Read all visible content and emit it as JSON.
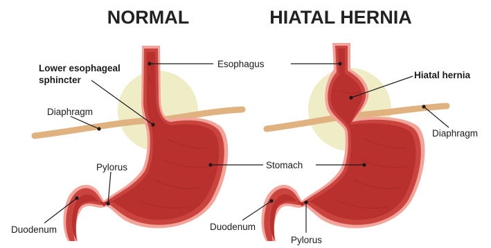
{
  "titles": {
    "normal": "NORMAL",
    "hernia": "HIATAL HERNIA"
  },
  "labels": {
    "lower_esophageal_sphincter_1": "Lower esophageal",
    "lower_esophageal_sphincter_2": "sphincter",
    "esophagus": "Esophagus",
    "hiatal_hernia": "Hiatal hernia",
    "diaphragm_left": "Diaphragm",
    "diaphragm_right": "Diaphragm",
    "stomach": "Stomach",
    "pylorus_left": "Pylorus",
    "pylorus_right": "Pylorus",
    "duodenum_left": "Duodenum",
    "duodenum_right": "Duodenum"
  },
  "colors": {
    "stomach_outer": "#f2a49a",
    "stomach_wall": "#c9433f",
    "stomach_inner": "#b8312f",
    "stomach_rugae": "#a12a28",
    "diaphragm": "#e0b27f",
    "glow": "#eeedc6",
    "title": "#222222",
    "leader": "#1a1a1a"
  }
}
